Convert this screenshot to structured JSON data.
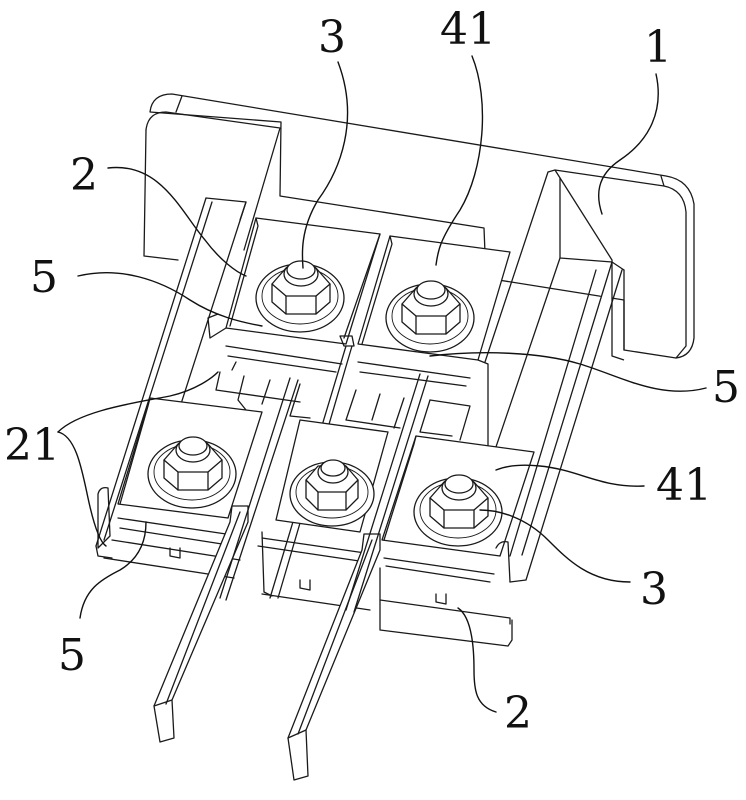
{
  "figure": {
    "description": "Perspective line drawing of a terminal block assembly with housing, terminals, nuts and bus bar tabs",
    "line_color": "#1a1a1a",
    "background": "#ffffff"
  },
  "labels": [
    {
      "id": "label-3-top",
      "text": "3",
      "refers_to": "nut"
    },
    {
      "id": "label-41-top",
      "text": "41",
      "refers_to": "terminal plate"
    },
    {
      "id": "label-1",
      "text": "1",
      "refers_to": "housing"
    },
    {
      "id": "label-2-top",
      "text": "2",
      "refers_to": "terminal seat"
    },
    {
      "id": "label-5-left-top",
      "text": "5",
      "refers_to": "conductive plate"
    },
    {
      "id": "label-5-right",
      "text": "5",
      "refers_to": "conductive plate"
    },
    {
      "id": "label-21",
      "text": "21",
      "refers_to": "partition"
    },
    {
      "id": "label-41-right",
      "text": "41",
      "refers_to": "terminal plate"
    },
    {
      "id": "label-3-right",
      "text": "3",
      "refers_to": "nut"
    },
    {
      "id": "label-5-bottom",
      "text": "5",
      "refers_to": "conductive plate"
    },
    {
      "id": "label-2-bottom",
      "text": "2",
      "refers_to": "terminal seat"
    }
  ]
}
